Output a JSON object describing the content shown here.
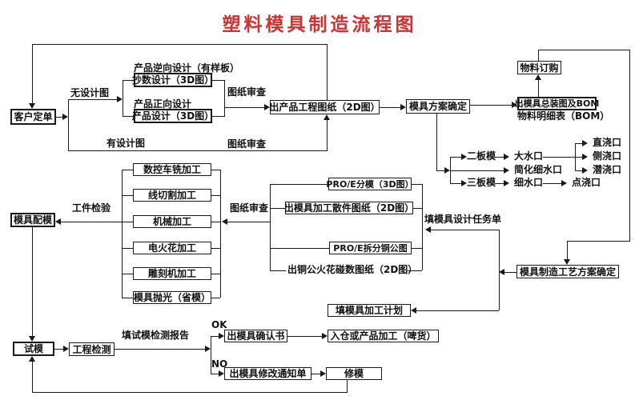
{
  "title": "塑料模具制造流程图",
  "colors": {
    "title_red": "#d43030",
    "line_black": "#1a1a1a"
  },
  "nodes": {
    "customer_order": "客户定单",
    "copy_design": "抄数设计（3D图）",
    "product_design": "产品设计（3D图）",
    "eng_drawing": "出产品工程图纸（2D图）",
    "mold_plan": "模具方案确定",
    "assembly_bom": "出模具总装图及BOM",
    "material_order": "物料订购",
    "process_plan": "模具制造工艺方案确定",
    "fill_plan": "填模具加工计划",
    "proe_split": "PRO/E分模（3D图）",
    "parts_drawing": "出模具加工散件图纸（2D图）",
    "proe_copper": "PRO/E拆分铜公图",
    "cnc": "数控车铣加工",
    "wire_cut": "线切割加工",
    "machining": "机械加工",
    "edm": "电火花加工",
    "engraving": "雕刻机加工",
    "polishing": "模具抛光（省模）",
    "mold_fitting": "模具配模",
    "trial": "试模",
    "eng_inspect": "工程检测",
    "confirm_letter": "出模具确认书",
    "warehouse": "入仓或产品加工（啤货）",
    "modify_notice": "出模具修改通知单",
    "repair": "修模"
  },
  "labels": {
    "reverse_design": "产品逆向设计（有样板）",
    "forward_design": "产品正向设计",
    "no_design": "无设计图",
    "has_design": "有设计图",
    "review": "图纸审查",
    "bom_list": "物料明细表（BOM）",
    "inspection": "工件检验",
    "fill_design_task": "填模具设计任务单",
    "copper_drawing": "出铜公火花碰数图纸（2D图）",
    "two_plate": "二板模",
    "three_plate": "三板模",
    "big_gate": "大水口",
    "simplified_gate": "简化细水口",
    "fine_gate": "细水口",
    "direct_gate": "直浇口",
    "side_gate": "侧浇口",
    "submarine_gate": "潜浇口",
    "point_gate": "点浇口",
    "ok": "OK",
    "no": "NO",
    "trial_report": "填试模检测报告"
  }
}
